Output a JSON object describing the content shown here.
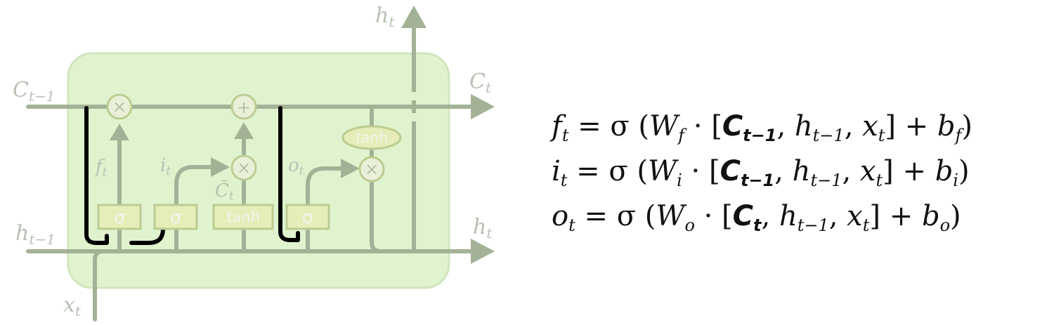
{
  "diagram": {
    "labels": {
      "c_prev": "C",
      "c_prev_sub": "t−1",
      "c_next": "C",
      "c_next_sub": "t",
      "h_prev": "h",
      "h_prev_sub": "t−1",
      "h_next_right": "h",
      "h_next_right_sub": "t",
      "h_next_top": "h",
      "h_next_top_sub": "t",
      "x_in": "x",
      "x_in_sub": "t",
      "f_label": "f",
      "f_label_sub": "t",
      "i_label": "i",
      "i_label_sub": "t",
      "o_label": "o",
      "o_label_sub": "t",
      "ctilde_label": "C̃",
      "ctilde_label_sub": "t"
    },
    "gates": {
      "sigma_forget": "σ",
      "sigma_input": "σ",
      "tanh_candidate": "tanh",
      "sigma_output": "σ",
      "tanh_cell": "tanh"
    },
    "ops": {
      "mult_forget": "×",
      "add_cell": "+",
      "mult_input": "×",
      "mult_output": "×"
    },
    "colors": {
      "cell_fill": "#e0f3cf",
      "cell_stroke": "#cfe6bc",
      "line": "#a3b296",
      "gate_fill": "#e6edb8",
      "gate_stroke": "#bccc92",
      "op_fill": "#eaf0d8",
      "peephole": "#000000"
    }
  },
  "equations": [
    {
      "lhs": "f",
      "lhs_sub": "t",
      "eq": " = σ (",
      "w": "W",
      "w_sub": "f",
      "dot": " · [",
      "peep": "C",
      "peep_sub": "t−1",
      "comma1": ", ",
      "h": "h",
      "h_sub": "t−1",
      "comma2": ", ",
      "x": "x",
      "x_sub": "t",
      "close": "]  +  ",
      "bias": "b",
      "bias_sub": "f",
      "end": ")"
    },
    {
      "lhs": "i",
      "lhs_sub": "t",
      "eq": " = σ (",
      "w": "W",
      "w_sub": "i",
      "dot": " · [",
      "peep": "C",
      "peep_sub": "t−1",
      "comma1": ", ",
      "h": "h",
      "h_sub": "t−1",
      "comma2": ", ",
      "x": "x",
      "x_sub": "t",
      "close": "]  +  ",
      "bias": "b",
      "bias_sub": "i",
      "end": ")"
    },
    {
      "lhs": "o",
      "lhs_sub": "t",
      "eq": " = σ (",
      "w": "W",
      "w_sub": "o",
      "dot": " · [",
      "peep": "C",
      "peep_sub": "t",
      "comma1": ", ",
      "h": "h",
      "h_sub": "t−1",
      "comma2": ", ",
      "x": "x",
      "x_sub": "t",
      "close": "]  +  ",
      "bias": "b",
      "bias_sub": "o",
      "end": ")"
    }
  ]
}
